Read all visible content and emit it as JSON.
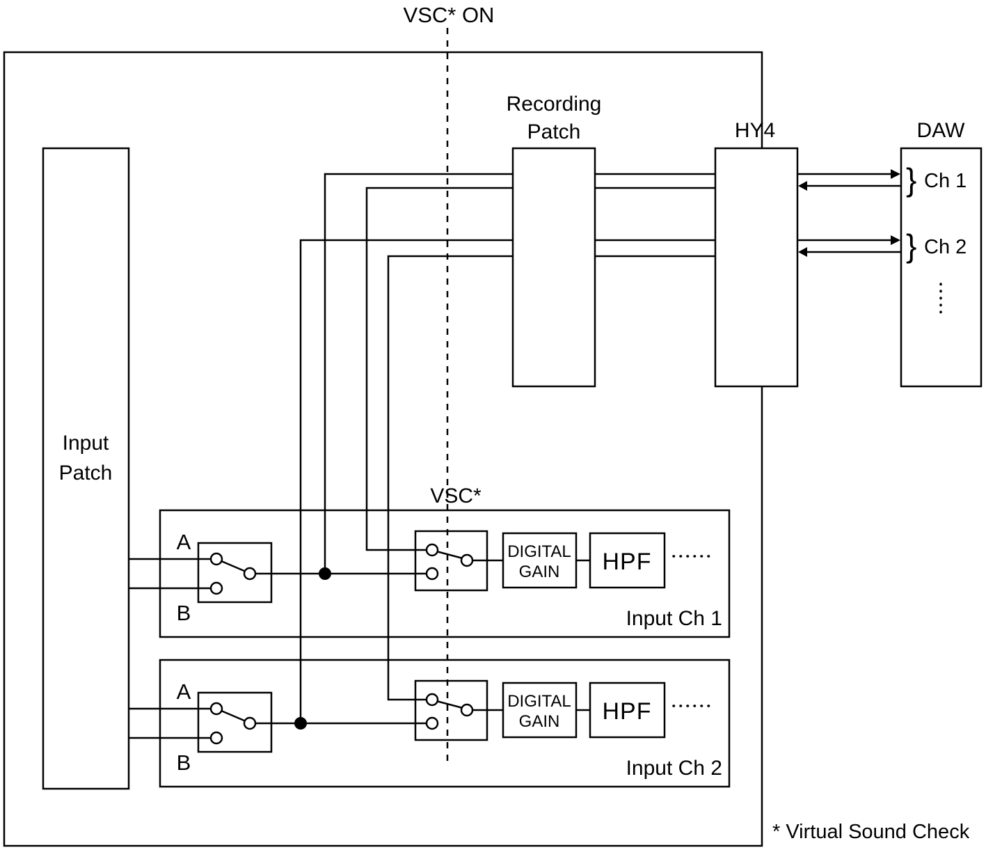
{
  "colors": {
    "line": "#000000",
    "background": "#ffffff"
  },
  "header": {
    "vsc_on_label": "VSC* ON"
  },
  "blocks": {
    "input_patch": {
      "label_line1": "Input",
      "label_line2": "Patch"
    },
    "recording_patch": {
      "label_line1": "Recording",
      "label_line2": "Patch"
    },
    "hy4": {
      "label": "HY4"
    },
    "daw": {
      "label": "DAW",
      "ports": [
        {
          "brace": "}",
          "label": "Ch 1"
        },
        {
          "brace": "}",
          "label": "Ch 2"
        }
      ]
    }
  },
  "vsc_switch_label": "VSC*",
  "channels": [
    {
      "name": "Input Ch 1",
      "input_a": "A",
      "input_b": "B",
      "digital_gain_line1": "DIGITAL",
      "digital_gain_line2": "GAIN",
      "hpf": "HPF"
    },
    {
      "name": "Input Ch 2",
      "input_a": "A",
      "input_b": "B",
      "digital_gain_line1": "DIGITAL",
      "digital_gain_line2": "GAIN",
      "hpf": "HPF"
    }
  ],
  "footnote": "* Virtual Sound Check"
}
